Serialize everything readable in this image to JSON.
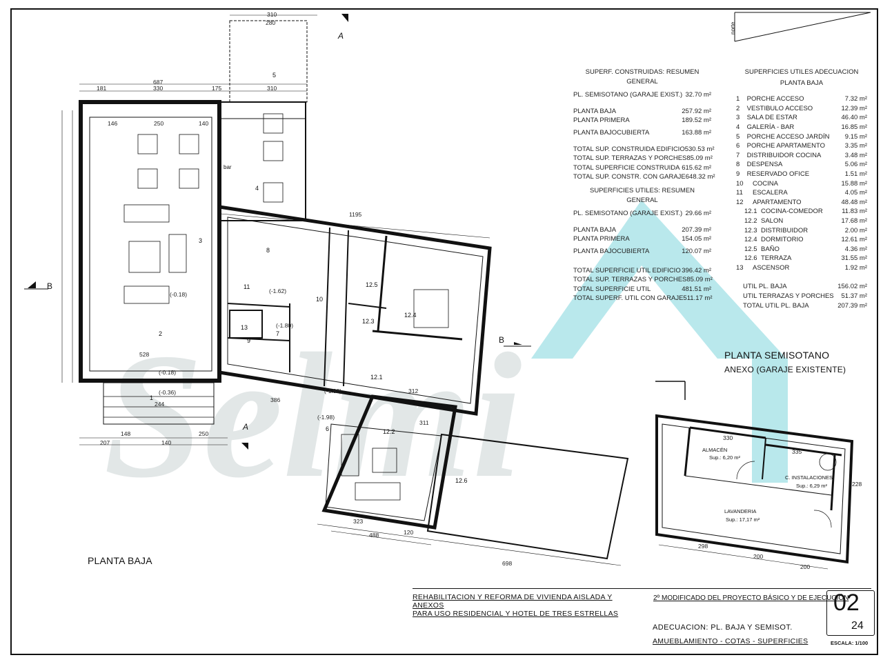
{
  "plans": {
    "ground_title": "PLANTA BAJA",
    "basement_title": "PLANTA SEMISOTANO",
    "basement_subtitle": "ANEXO (GARAJE EXISTENTE)"
  },
  "built_summary": {
    "header": "SUPERF. CONSTRUIDAS: RESUMEN GENERAL",
    "rows": [
      {
        "name": "PL. SEMISOTANO (GARAJE EXIST.)",
        "value": "32.70  m²"
      },
      {
        "name": "PLANTA BAJA",
        "value": "257.92  m²"
      },
      {
        "name": "PLANTA PRIMERA",
        "value": "189.52  m²"
      },
      {
        "name": "PLANTA BAJOCUBIERTA",
        "value": "163.88  m²"
      },
      {
        "name": "TOTAL SUP. CONSTRUIDA EDIFICIO",
        "value": "530.53  m²"
      },
      {
        "name": "TOTAL SUP. TERRAZAS Y PORCHES",
        "value": "85.09  m²"
      },
      {
        "name": "TOTAL SUPERFICIE CONSTRUIDA",
        "value": "615.62  m²"
      },
      {
        "name": "TOTAL SUP. CONSTR. CON GARAJE",
        "value": "648.32  m²"
      }
    ]
  },
  "useful_summary": {
    "header": "SUPERFICIES UTILES: RESUMEN GENERAL",
    "rows": [
      {
        "name": "PL. SEMISOTANO (GARAJE EXIST.)",
        "value": "29.66  m²"
      },
      {
        "name": "PLANTA BAJA",
        "value": "207.39  m²"
      },
      {
        "name": "PLANTA PRIMERA",
        "value": "154.05  m²"
      },
      {
        "name": "PLANTA BAJOCUBIERTA",
        "value": "120.07  m²"
      },
      {
        "name": "TOTAL SUPERFICIE UTIL EDIFICIO",
        "value": "396.42  m²"
      },
      {
        "name": "TOTAL SUP. TERRAZAS Y PORCHES",
        "value": "85.09  m²"
      },
      {
        "name": "TOTAL SUPERFICIE UTIL",
        "value": "481.51  m²"
      },
      {
        "name": "TOTAL SUPERF. UTIL CON GARAJE",
        "value": "511.17  m²"
      }
    ]
  },
  "ground_floor_areas": {
    "header_1": "SUPERFICIES UTILES ADECUACION",
    "header_2": "PLANTA BAJA",
    "rooms": [
      {
        "num": "1",
        "name": "PORCHE ACCESO",
        "value": "7.32  m²"
      },
      {
        "num": "2",
        "name": "VESTIBULO ACCESO",
        "value": "12.39  m²"
      },
      {
        "num": "3",
        "name": "SALA DE ESTAR",
        "value": "46.40  m²"
      },
      {
        "num": "4",
        "name": "GALERÍA - BAR",
        "value": "16.85  m²"
      },
      {
        "num": "5",
        "name": "PORCHE ACCESO JARDÍN",
        "value": "9.15  m²"
      },
      {
        "num": "6",
        "name": "PORCHE APARTAMENTO",
        "value": "3.35  m²"
      },
      {
        "num": "7",
        "name": "DISTRIBUIDOR COCINA",
        "value": "3.48  m²"
      },
      {
        "num": "8",
        "name": "DESPENSA",
        "value": "5.06  m²"
      },
      {
        "num": "9",
        "name": "RESERVADO OFICE",
        "value": "1.51  m²"
      },
      {
        "num": "10",
        "name": "COCINA",
        "value": "15.88  m²"
      },
      {
        "num": "11",
        "name": "ESCALERA",
        "value": "4.05  m²"
      },
      {
        "num": "12",
        "name": "APARTAMENTO",
        "value": "48.48  m²"
      }
    ],
    "sub_rooms": [
      {
        "num": "12.1",
        "name": "COCINA-COMEDOR",
        "value": "11.83  m²"
      },
      {
        "num": "12.2",
        "name": "SALON",
        "value": "17.68  m²"
      },
      {
        "num": "12.3",
        "name": "DISTRIBUIDOR",
        "value": "2.00  m²"
      },
      {
        "num": "12.4",
        "name": "DORMITORIO",
        "value": "12.61  m²"
      },
      {
        "num": "12.5",
        "name": "BAÑO",
        "value": "4.36  m²"
      },
      {
        "num": "12.6",
        "name": "TERRAZA",
        "value": "31.55  m²"
      }
    ],
    "last_room": {
      "num": "13",
      "name": "ASCENSOR",
      "value": "1.92  m²"
    },
    "totals": [
      {
        "name": "UTIL PL. BAJA",
        "value": "156.02  m²"
      },
      {
        "name": "UTIL TERRAZAS Y PORCHES",
        "value": "51.37  m²"
      },
      {
        "name": "TOTAL UTIL PL. BAJA",
        "value": "207.39  m²"
      }
    ]
  },
  "basement_rooms": {
    "almacen": "ALMACÉN",
    "almacen_sup": "Sup.: 6,20 m²",
    "instalaciones": "C. INSTALACIONES",
    "instalaciones_sup": "Sup.: 6,29 m²",
    "lavanderia": "LAVANDERIA",
    "lavanderia_sup": "Sup.: 17,17 m²"
  },
  "title_block": {
    "project_line1": "REHABILITACION Y REFORMA DE VIVIENDA AISLADA Y ANEXOS",
    "project_line2": "PARA USO RESIDENCIAL Y HOTEL DE TRES ESTRELLAS",
    "modified": "2º MODIFICADO DEL PROYECTO BÁSICO Y DE EJECUCIÓN",
    "sheet_title": "ADECUACION: PL. BAJA Y SEMISOT.",
    "sheet_subtitle": "AMUEBLAMIENTO - COTAS - SUPERFICIES",
    "sheet_number": "02",
    "page": "24",
    "scale": "ESCALA: 1/100"
  },
  "labels": {
    "section_a": "A",
    "section_b": "B",
    "north": "norte",
    "bar": "bar"
  },
  "colors": {
    "watermark_teal": "#7fd6dc",
    "watermark_grey": "#b9c4c6",
    "line": "#111111"
  }
}
